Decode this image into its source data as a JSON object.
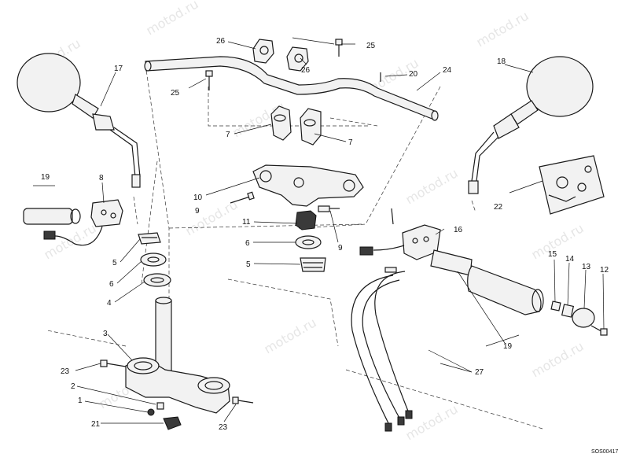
{
  "diagram": {
    "drawing_code": "SOS00417",
    "watermark_text": "motod.ru",
    "callouts": [
      {
        "label": "1"
      },
      {
        "label": "2"
      },
      {
        "label": "3"
      },
      {
        "label": "4"
      },
      {
        "label": "5"
      },
      {
        "label": "5"
      },
      {
        "label": "6"
      },
      {
        "label": "6"
      },
      {
        "label": "7"
      },
      {
        "label": "7"
      },
      {
        "label": "8"
      },
      {
        "label": "9"
      },
      {
        "label": "9"
      },
      {
        "label": "10"
      },
      {
        "label": "11"
      },
      {
        "label": "12"
      },
      {
        "label": "13"
      },
      {
        "label": "14"
      },
      {
        "label": "15"
      },
      {
        "label": "16"
      },
      {
        "label": "17"
      },
      {
        "label": "18"
      },
      {
        "label": "19"
      },
      {
        "label": "19"
      },
      {
        "label": "20"
      },
      {
        "label": "21"
      },
      {
        "label": "22"
      },
      {
        "label": "23"
      },
      {
        "label": "23"
      },
      {
        "label": "24"
      },
      {
        "label": "25"
      },
      {
        "label": "25"
      },
      {
        "label": "26"
      },
      {
        "label": "26"
      },
      {
        "label": "27"
      }
    ]
  }
}
